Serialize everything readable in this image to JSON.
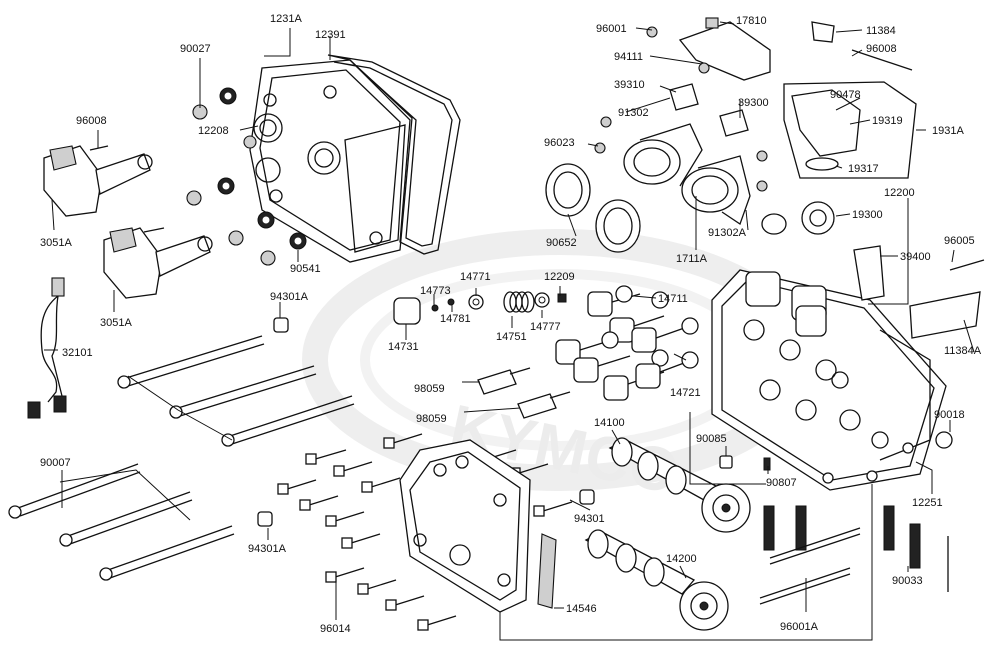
{
  "diagram": {
    "watermark": "KYMCO",
    "callouts": [
      {
        "id": "1231A",
        "label": "1231A"
      },
      {
        "id": "12391",
        "label": "12391"
      },
      {
        "id": "90027",
        "label": "90027"
      },
      {
        "id": "12208",
        "label": "12208"
      },
      {
        "id": "96008a",
        "label": "96008"
      },
      {
        "id": "3051A-top",
        "label": "3051A"
      },
      {
        "id": "3051A-bot",
        "label": "3051A"
      },
      {
        "id": "90541",
        "label": "90541"
      },
      {
        "id": "94301A-top",
        "label": "94301A"
      },
      {
        "id": "32101",
        "label": "32101"
      },
      {
        "id": "90007",
        "label": "90007"
      },
      {
        "id": "94301A-bot",
        "label": "94301A"
      },
      {
        "id": "96014",
        "label": "96014"
      },
      {
        "id": "14546",
        "label": "14546"
      },
      {
        "id": "94301",
        "label": "94301"
      },
      {
        "id": "14731",
        "label": "14731"
      },
      {
        "id": "14773",
        "label": "14773"
      },
      {
        "id": "14781",
        "label": "14781"
      },
      {
        "id": "14771",
        "label": "14771"
      },
      {
        "id": "14751",
        "label": "14751"
      },
      {
        "id": "12209",
        "label": "12209"
      },
      {
        "id": "14777",
        "label": "14777"
      },
      {
        "id": "14711",
        "label": "14711"
      },
      {
        "id": "14721",
        "label": "14721"
      },
      {
        "id": "98059a",
        "label": "98059"
      },
      {
        "id": "98059b",
        "label": "98059"
      },
      {
        "id": "14100",
        "label": "14100"
      },
      {
        "id": "14200",
        "label": "14200"
      },
      {
        "id": "90085",
        "label": "90085"
      },
      {
        "id": "90807",
        "label": "90807"
      },
      {
        "id": "96001A",
        "label": "96001A"
      },
      {
        "id": "90033",
        "label": "90033"
      },
      {
        "id": "12251",
        "label": "12251"
      },
      {
        "id": "90018",
        "label": "90018"
      },
      {
        "id": "11384A",
        "label": "11384A"
      },
      {
        "id": "96005",
        "label": "96005"
      },
      {
        "id": "39400",
        "label": "39400"
      },
      {
        "id": "12200",
        "label": "12200"
      },
      {
        "id": "19300",
        "label": "19300"
      },
      {
        "id": "1711A",
        "label": "1711A"
      },
      {
        "id": "91302A",
        "label": "91302A"
      },
      {
        "id": "90652",
        "label": "90652"
      },
      {
        "id": "96023",
        "label": "96023"
      },
      {
        "id": "91302",
        "label": "91302"
      },
      {
        "id": "39310",
        "label": "39310"
      },
      {
        "id": "39300",
        "label": "39300"
      },
      {
        "id": "94111",
        "label": "94111"
      },
      {
        "id": "96001",
        "label": "96001"
      },
      {
        "id": "17810",
        "label": "17810"
      },
      {
        "id": "11384",
        "label": "11384"
      },
      {
        "id": "96008b",
        "label": "96008"
      },
      {
        "id": "90478",
        "label": "90478"
      },
      {
        "id": "19319",
        "label": "19319"
      },
      {
        "id": "19317",
        "label": "19317"
      },
      {
        "id": "1931A",
        "label": "1931A"
      }
    ]
  }
}
